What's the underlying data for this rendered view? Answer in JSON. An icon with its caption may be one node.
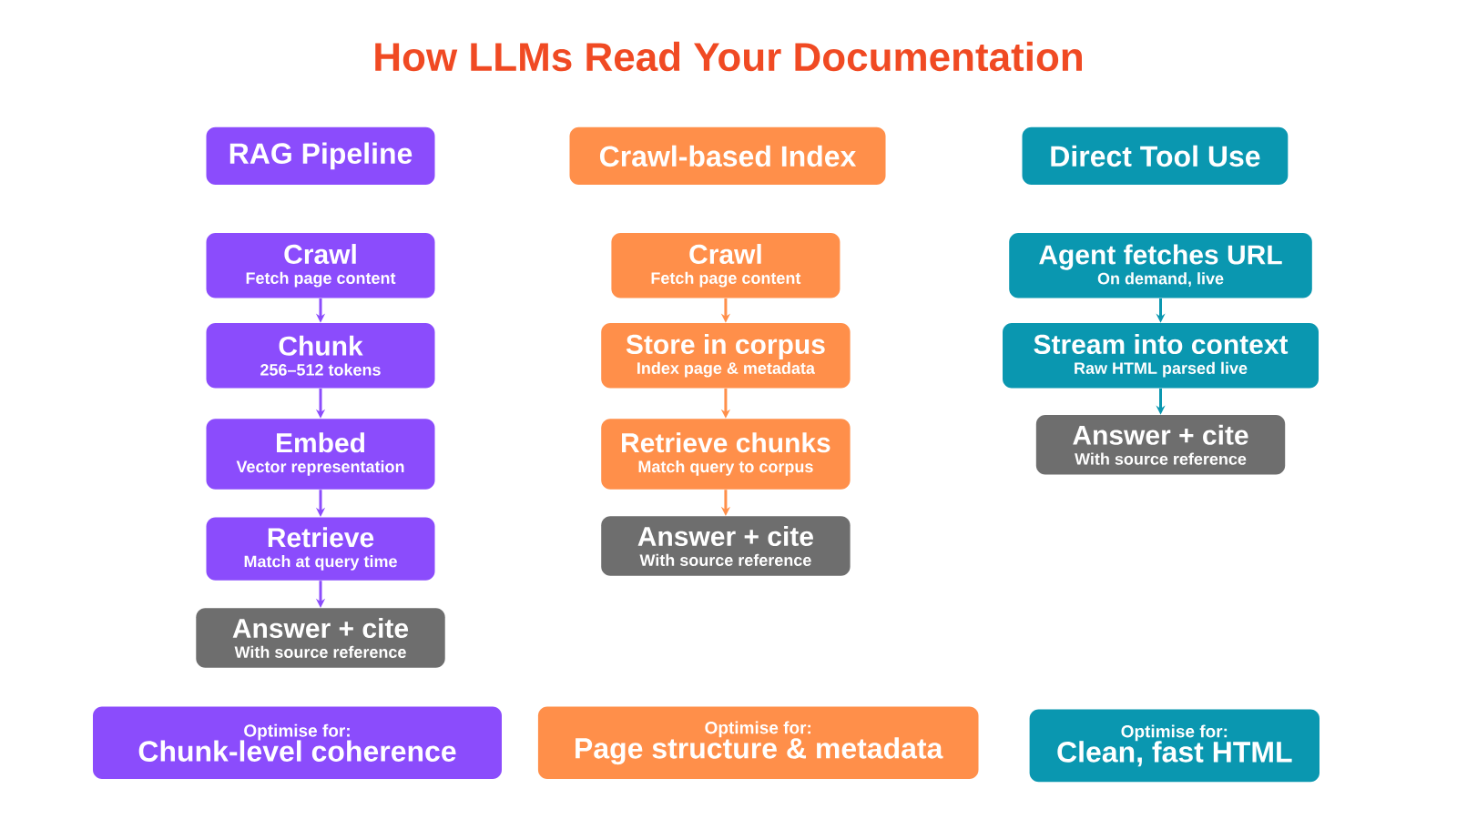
{
  "diagram": {
    "title": "How LLMs Read Your Documentation",
    "nodes": [
      {
        "text": [
          "RAG Pipeline"
        ]
      },
      {
        "text": [
          "Crawl-based Index"
        ]
      },
      {
        "text": [
          "Direct Tool Use"
        ]
      },
      {
        "text": [
          "Crawl",
          "Fetch page content"
        ]
      },
      {
        "text": [
          "Chunk",
          "256–512 tokens"
        ]
      },
      {
        "text": [
          "Embed",
          "Vector representation"
        ]
      },
      {
        "text": [
          "Retrieve",
          "Match at query time"
        ]
      },
      {
        "text": [
          "Answer + cite",
          "With source reference"
        ]
      },
      {
        "text": [
          "Crawl",
          "Fetch page content"
        ]
      },
      {
        "text": [
          "Store in corpus",
          "Index page & metadata"
        ]
      },
      {
        "text": [
          "Retrieve chunks",
          "Match query to corpus"
        ]
      },
      {
        "text": [
          "Answer + cite",
          "With source reference"
        ]
      },
      {
        "text": [
          "Agent fetches URL",
          "On demand, live"
        ]
      },
      {
        "text": [
          "Stream into context",
          "Raw HTML parsed live"
        ]
      },
      {
        "text": [
          "Answer + cite",
          "With source reference"
        ]
      },
      {
        "text": [
          "Optimise for:",
          "Chunk-level coherence"
        ]
      },
      {
        "text": [
          "Optimise for:",
          "Page structure & metadata"
        ]
      },
      {
        "text": [
          "Optimise for:",
          "Clean, fast HTML"
        ]
      }
    ],
    "edges": [
      {
        "from": 3,
        "to": 4,
        "arrow": "to"
      },
      {
        "from": 4,
        "to": 5,
        "arrow": "to"
      },
      {
        "from": 5,
        "to": 6,
        "arrow": "to"
      },
      {
        "from": 6,
        "to": 7,
        "arrow": "to"
      },
      {
        "from": 8,
        "to": 9,
        "arrow": "to",
        "color": "#ff8f4a"
      },
      {
        "from": 9,
        "to": 10,
        "arrow": "to",
        "color": "#ff8f4a"
      },
      {
        "from": 10,
        "to": 11,
        "arrow": "to",
        "color": "#ff8f4a"
      },
      {
        "from": 12,
        "to": 13,
        "arrow": "to",
        "color": "#0a97b0"
      },
      {
        "from": 13,
        "to": 14,
        "arrow": "to",
        "color": "#0a97b0"
      }
    ]
  }
}
